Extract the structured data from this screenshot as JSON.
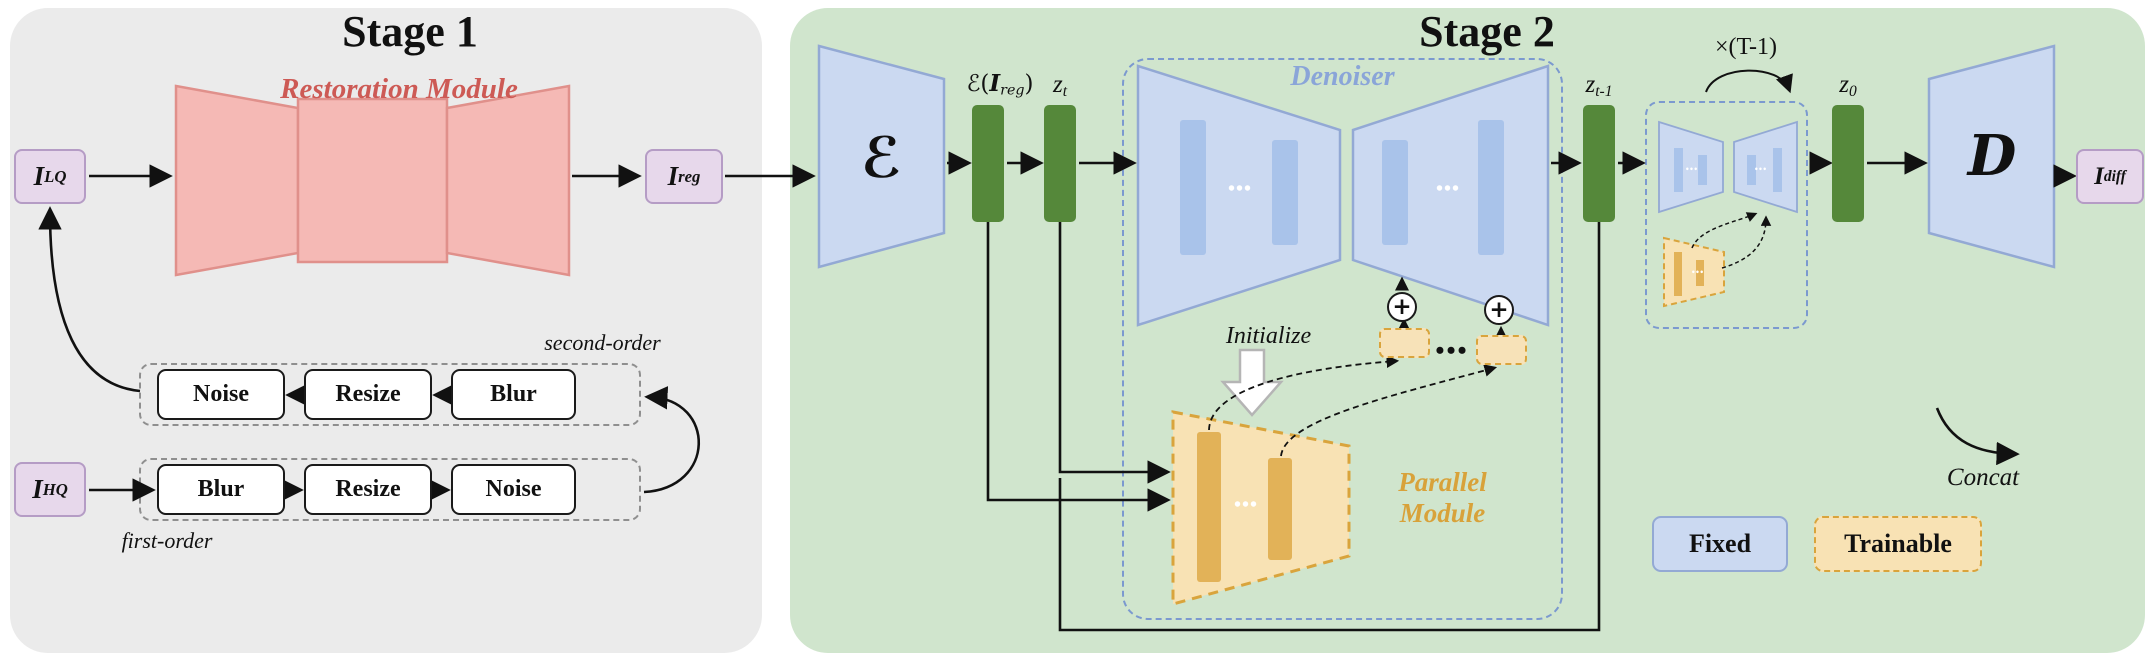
{
  "colors": {
    "stage1_bg": "#ebebeb",
    "stage2_bg": "#d0e5cd",
    "restoration_fill": "#f5b9b5",
    "restoration_stroke": "#e0908b",
    "restoration_label_color": "#cd5a55",
    "io_box_fill": "#e7d8eb",
    "io_box_stroke": "#b59cc5",
    "latent_bar_green": "#55883a",
    "fixed_fill": "#cbd9f1",
    "fixed_stroke": "#93a9d4",
    "trainable_fill": "#f8e2b4",
    "trainable_stroke": "#d9a43c",
    "denoiser_label_color": "#8aa5d8",
    "parallel_label_color": "#d8a23a"
  },
  "stage1": {
    "title": "Stage 1",
    "restoration_module_label": "Restoration Module",
    "input_lq": {
      "base": "I",
      "sub": "LQ"
    },
    "output_reg": {
      "base": "I",
      "sub": "reg"
    },
    "input_hq": {
      "base": "I",
      "sub": "HQ"
    },
    "second_order_label": "second-order",
    "first_order_label": "first-order",
    "second_order_ops": [
      "Noise",
      "Resize",
      "Blur"
    ],
    "first_order_ops": [
      "Blur",
      "Resize",
      "Noise"
    ]
  },
  "stage2": {
    "title": "Stage 2",
    "encoder_symbol": "ℰ",
    "encoded_reg_label": {
      "prefix": "ℰ(",
      "base": "I",
      "sub": "reg",
      "suffix": ")"
    },
    "z_t": {
      "base": "z",
      "sub": "t"
    },
    "z_t_minus_1": {
      "base": "z",
      "sub": "t-1"
    },
    "z_0": {
      "base": "z",
      "sub": "0"
    },
    "denoiser_label": "Denoiser",
    "initialize_label": "Initialize",
    "parallel_module_label": {
      "line1": "Parallel",
      "line2": "Module"
    },
    "iterations_label": "×(T-1)",
    "decoder_symbol": "D",
    "output_diff": {
      "base": "I",
      "sub": "diff"
    },
    "concat_label": "Concat",
    "plus_symbol": "+",
    "dots": "•••",
    "legend": {
      "fixed": "Fixed",
      "trainable": "Trainable"
    }
  }
}
